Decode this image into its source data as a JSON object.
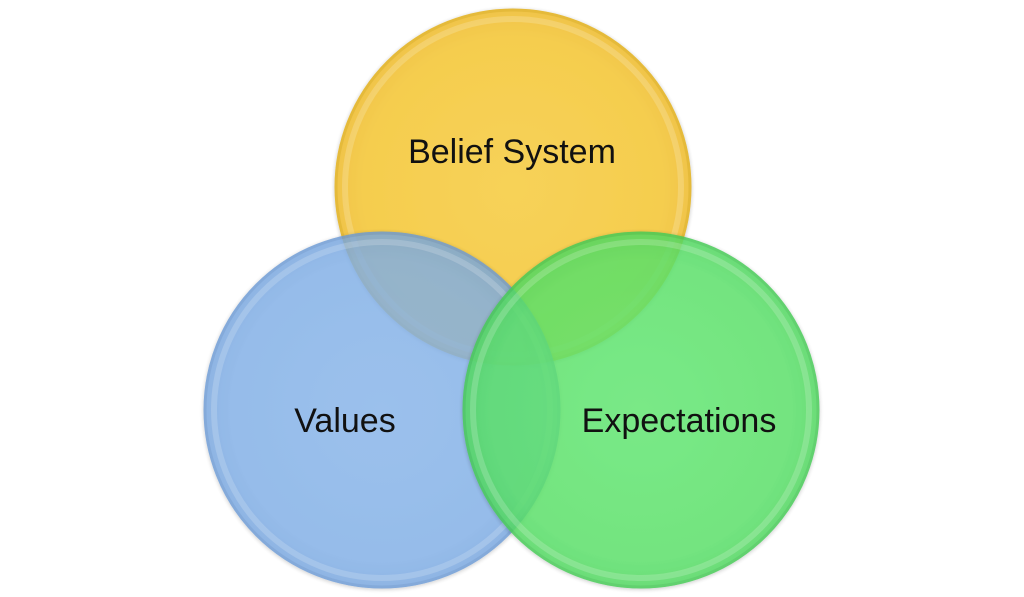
{
  "diagram": {
    "type": "venn",
    "circles": [
      {
        "id": "top",
        "label": "Belief System",
        "color": "#F5C940",
        "edge": "#E3B52A"
      },
      {
        "id": "left",
        "label": "Values",
        "color": "#7FAEE6",
        "edge": "#6A98D3"
      },
      {
        "id": "right",
        "label": "Expectations",
        "color": "#5BE06A",
        "edge": "#46C957"
      }
    ]
  }
}
